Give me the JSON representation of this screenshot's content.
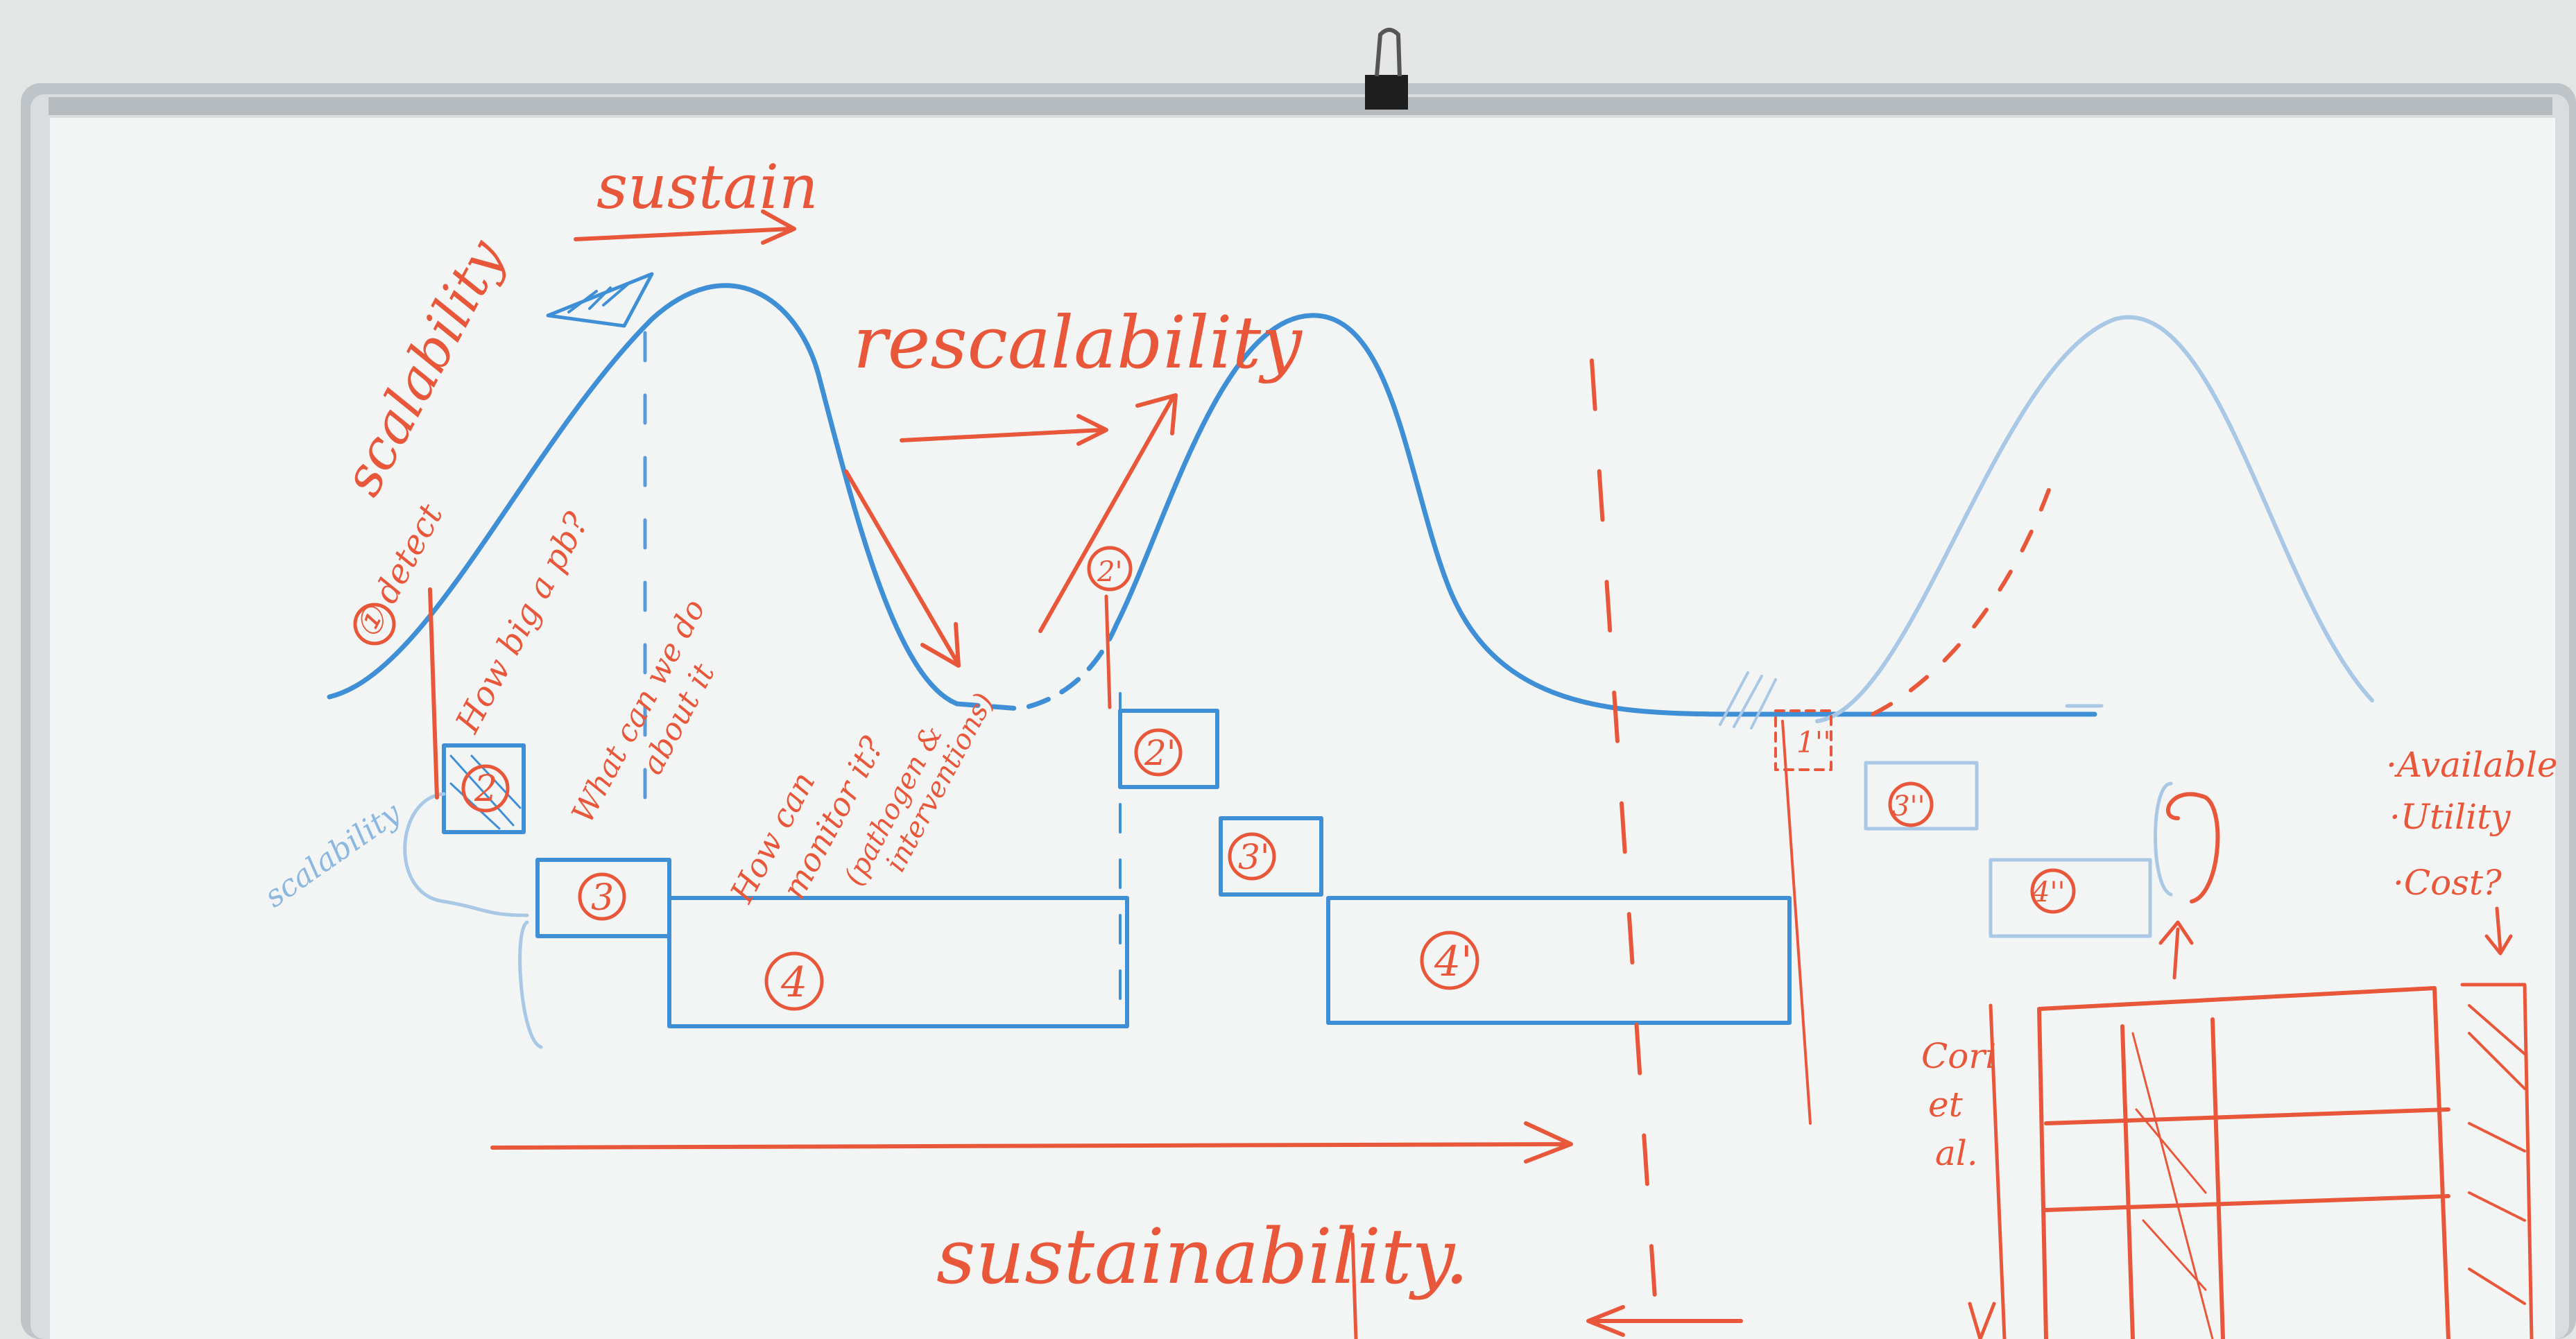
{
  "scene": {
    "kind": "whiteboard photo",
    "ink_colors": {
      "red": "#e8573a",
      "blue": "#3f8fd6",
      "light_blue": "#8cb8e0"
    },
    "board_color": "#f4f6f6",
    "frame_color": "#c8ccd0"
  },
  "labels": {
    "sustain": "sustain",
    "scalability": "scalability",
    "rescalability": "rescalability",
    "sustainability": "sustainability.",
    "scalability_blue": "scalability",
    "detect": "① detect",
    "how_big": "How big a pb?",
    "what_can_we_do": "What can we do",
    "about_it": "about it",
    "how_can": "How can",
    "monitor_it": "monitor it?",
    "pathogen": "(pathogen &",
    "interventions": "interventions)",
    "coni": "Cori",
    "et": "et",
    "al": "al.",
    "available": "·Available",
    "utility": "·Utility",
    "cost": "·Cost?"
  },
  "boxes": {
    "b2": "2",
    "b3": "3",
    "b4": "4",
    "b2p": "2'",
    "b3p": "3'",
    "b4p": "4'",
    "c1pp": "1''",
    "c2p": "2'",
    "c3pp": "3''",
    "c4pp": "4''"
  }
}
